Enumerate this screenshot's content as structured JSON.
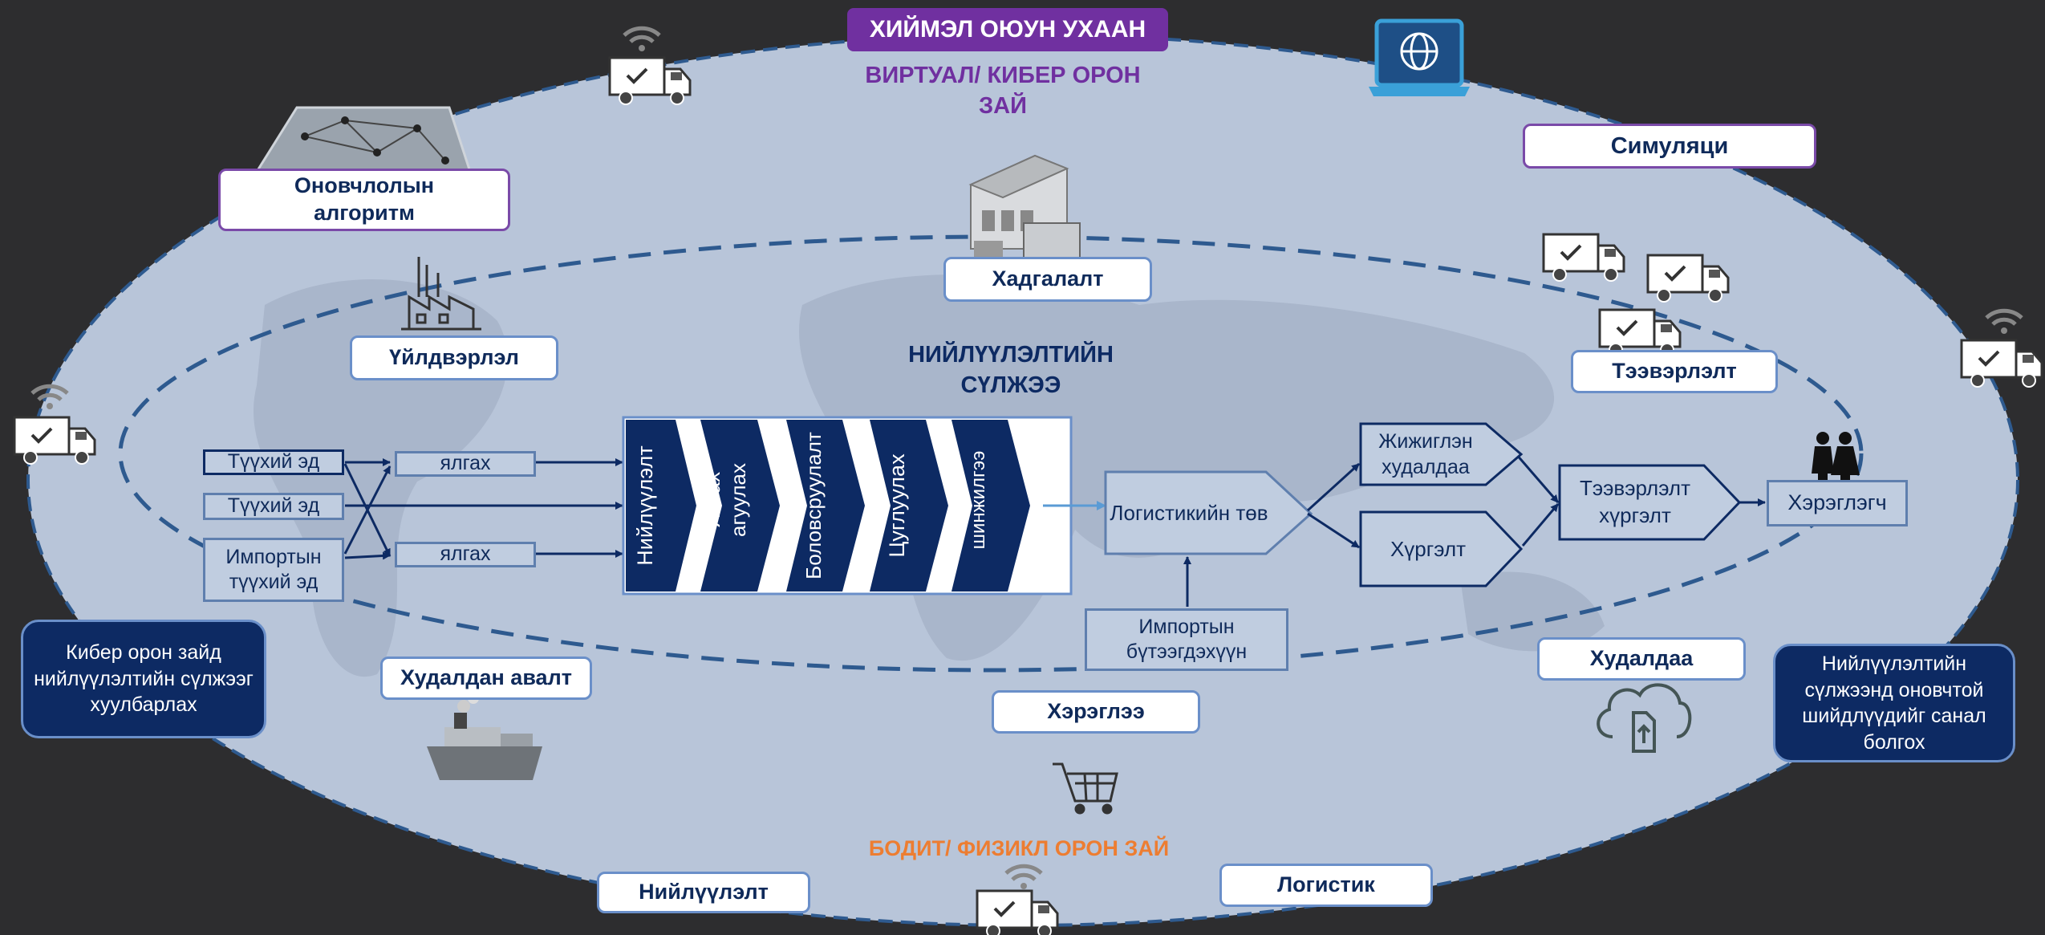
{
  "colors": {
    "background": "#2d2d2f",
    "ellipse": "#b8c5d9",
    "dark_navy": "#0d2a63",
    "purple": "#7030a0",
    "orange": "#ed7d31",
    "box_border": "#6a8fc9"
  },
  "top_banner": "ХИЙМЭЛ ОЮУН УХААН",
  "virtual_space": "ВИРТУАЛ/ КИБЕР ОРОН ЗАЙ",
  "physical_space": "БОДИТ/ ФИЗИКЛ ОРОН ЗАЙ",
  "supply_chain_title": "НИЙЛҮҮЛЭЛТИЙН СҮЛЖЭЭ",
  "outer_labels": {
    "optimization": "Оновчлолын алгоритм",
    "simulation": "Симуляци",
    "storage": "Хадгалалт",
    "production": "Үйлдвэрлэл",
    "transportation": "Тээвэрлэлт",
    "purchasing": "Худалдан авалт",
    "trade": "Худалдаа",
    "consumption": "Хэрэглээ",
    "supply": "Нийлүүлэлт",
    "logistics": "Логистик"
  },
  "side_notes": {
    "left": "Кибер орон зайд нийлүүлэлтийн сүлжээг хуулбарлах",
    "right": "Нийлүүлэлтийн сүлжээнд оновчтой шийдлүүдийг санал болгох"
  },
  "flow": {
    "raw1": "Түүхий эд",
    "raw2": "Түүхий эд",
    "import_raw": "Импортын түүхий эд",
    "sort1": "ялгах",
    "sort2": "ялгах",
    "stages": [
      "Нийлүүлэлт",
      "Ялгах агуулах",
      "Боловсруулалт",
      "Цуглуулах",
      "Хяналт шинжилгээ"
    ],
    "logistics_center": "Логистикийн төв",
    "import_components": "Импортын бүтээгдэхүүн",
    "retail": "Жижиглэн худалдаа",
    "delivery": "Хүргэлт",
    "transport_delivery": "Тээвэрлэлт хүргэлт",
    "consumer": "Хэрэглэгч"
  },
  "icons": [
    "truck-icon",
    "wifi-icon",
    "laptop-globe-icon",
    "network-map-icon",
    "warehouse-icon",
    "factory-icon",
    "people-icon",
    "ship-icon",
    "cloud-upload-icon",
    "shopping-cart-icon"
  ]
}
